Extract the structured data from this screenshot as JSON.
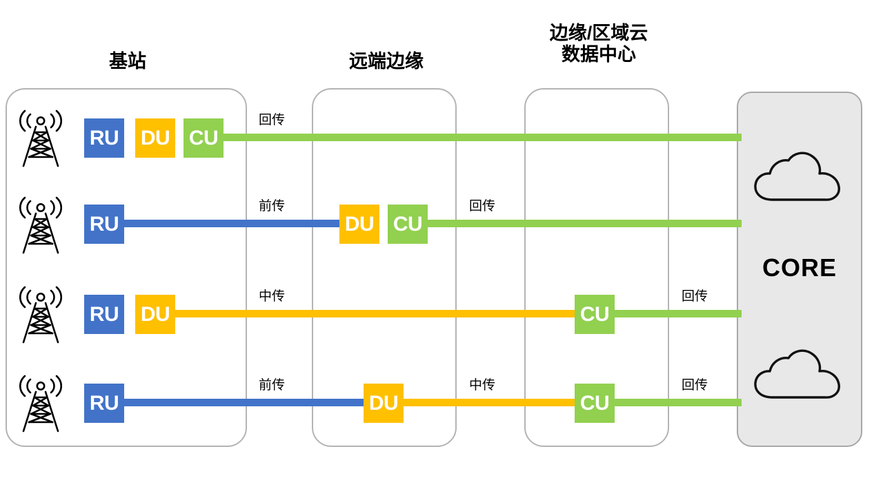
{
  "diagram": {
    "title_columns": [
      {
        "id": "base-station",
        "label": "基站"
      },
      {
        "id": "far-edge",
        "label": "远端边缘"
      },
      {
        "id": "edge-regional-cloud-dc",
        "label": "边缘/区域云\n数据中心"
      }
    ],
    "core": {
      "label": "CORE",
      "icons": [
        "cloud-icon",
        "cloud-icon"
      ],
      "fill": "#e8e8e8"
    },
    "colors": {
      "ru_blue": "#4273C8",
      "du_yellow": "#FFC000",
      "cu_green": "#92D050",
      "zone_border": "#b4b4b4",
      "core_fill": "#e8e8e8",
      "text": "#000000"
    },
    "function_labels": {
      "ru": "RU",
      "du": "DU",
      "cu": "CU"
    },
    "transport_labels": {
      "fronthaul": "前传",
      "midhaul": "中传",
      "backhaul": "回传"
    },
    "rows": [
      {
        "id": "split-option-1",
        "tower": "cell-tower-icon",
        "blocks": [
          {
            "name": "RU",
            "zone": "base-station"
          },
          {
            "name": "DU",
            "zone": "base-station"
          },
          {
            "name": "CU",
            "zone": "base-station"
          }
        ],
        "links": [
          {
            "type": "backhaul",
            "label": "回传",
            "color": "#92D050"
          }
        ]
      },
      {
        "id": "split-option-2",
        "tower": "cell-tower-icon",
        "blocks": [
          {
            "name": "RU",
            "zone": "base-station"
          },
          {
            "name": "DU",
            "zone": "far-edge"
          },
          {
            "name": "CU",
            "zone": "far-edge"
          }
        ],
        "links": [
          {
            "type": "fronthaul",
            "label": "前传",
            "color": "#4273C8"
          },
          {
            "type": "backhaul",
            "label": "回传",
            "color": "#92D050"
          }
        ]
      },
      {
        "id": "split-option-3",
        "tower": "cell-tower-icon",
        "blocks": [
          {
            "name": "RU",
            "zone": "base-station"
          },
          {
            "name": "DU",
            "zone": "base-station"
          },
          {
            "name": "CU",
            "zone": "edge-regional-cloud-dc"
          }
        ],
        "links": [
          {
            "type": "midhaul",
            "label": "中传",
            "color": "#FFC000"
          },
          {
            "type": "backhaul",
            "label": "回传",
            "color": "#92D050"
          }
        ]
      },
      {
        "id": "split-option-4",
        "tower": "cell-tower-icon",
        "blocks": [
          {
            "name": "RU",
            "zone": "base-station"
          },
          {
            "name": "DU",
            "zone": "far-edge"
          },
          {
            "name": "CU",
            "zone": "edge-regional-cloud-dc"
          }
        ],
        "links": [
          {
            "type": "fronthaul",
            "label": "前传",
            "color": "#4273C8"
          },
          {
            "type": "midhaul",
            "label": "中传",
            "color": "#FFC000"
          },
          {
            "type": "backhaul",
            "label": "回传",
            "color": "#92D050"
          }
        ]
      }
    ]
  }
}
